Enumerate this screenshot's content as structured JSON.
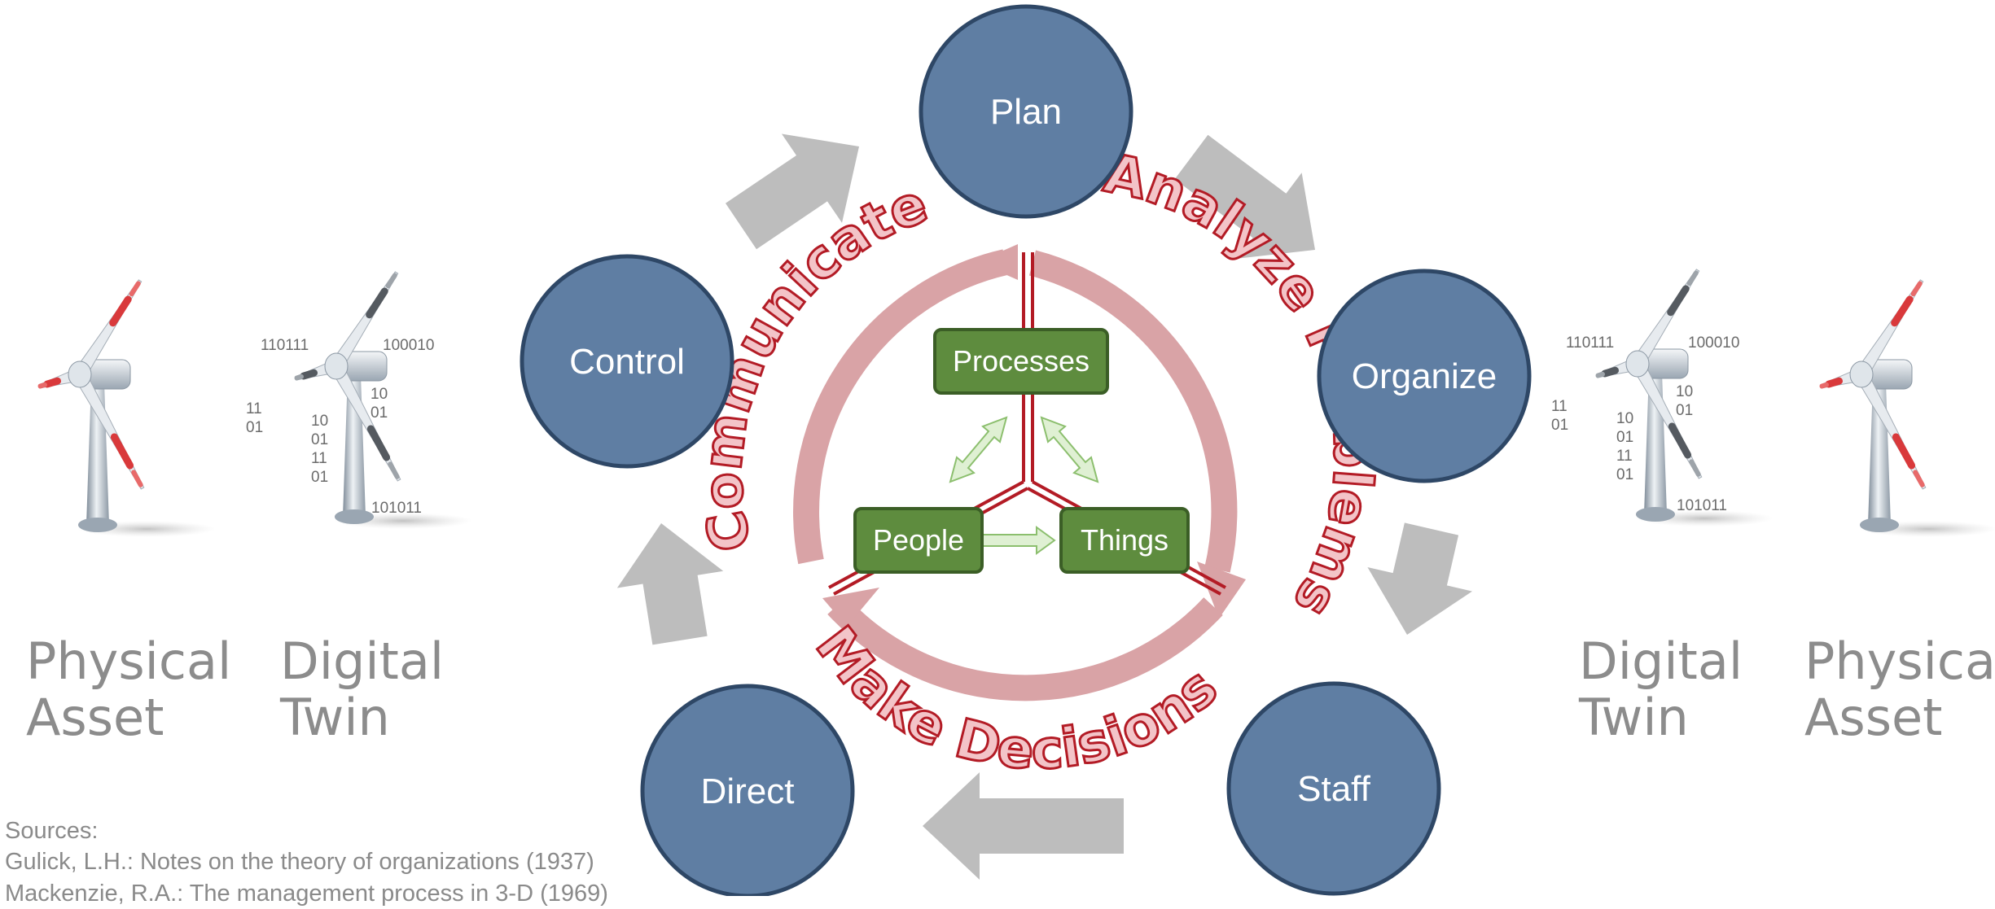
{
  "functions": {
    "plan": "Plan",
    "organize": "Organize",
    "staff": "Staff",
    "direct": "Direct",
    "control": "Control"
  },
  "cycle_labels": {
    "communicate": "Communicate",
    "analyze": "Analyze Problems",
    "decide": "Make Decisions"
  },
  "core": {
    "processes": "Processes",
    "people": "People",
    "things": "Things"
  },
  "left_assets": {
    "physical": "Physical\nAsset",
    "digital": "Digital\nTwin",
    "binary": [
      "110111",
      "100010",
      "10",
      "01",
      "11",
      "01",
      "10",
      "01",
      "11",
      "01",
      "101011"
    ]
  },
  "right_assets": {
    "digital": "Digital\nTwin",
    "physical": "Physical\nAsset",
    "binary": [
      "110111",
      "100010",
      "10",
      "01",
      "11",
      "01",
      "10",
      "01",
      "11",
      "01",
      "101011"
    ]
  },
  "sources": {
    "heading": "Sources:",
    "items": [
      "Gulick, L.H.: Notes on the theory of organizations (1937)",
      "Mackenzie, R.A.: The management process in 3-D (1969)"
    ]
  },
  "colors": {
    "circle_fill": "#5f7ea3",
    "circle_stroke": "#2e4766",
    "box_fill": "#5e8c3e",
    "box_stroke": "#3b5e26",
    "ring": "#d9a3a6",
    "dark_red": "#b31b25",
    "arrow_gray": "#bdbdbd"
  }
}
